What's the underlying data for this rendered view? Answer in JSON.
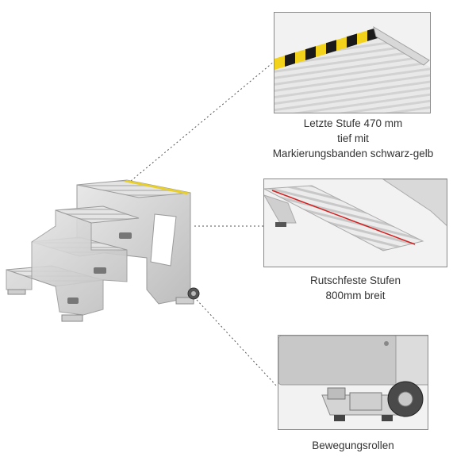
{
  "callouts": [
    {
      "id": "top-step",
      "lines": [
        "Letzte Stufe 470 mm",
        "tief mit",
        "Markierungsbanden schwarz-gelb"
      ]
    },
    {
      "id": "non-slip-steps",
      "lines": [
        "Rutschfeste Stufen",
        "800mm breit"
      ]
    },
    {
      "id": "castors",
      "lines": [
        "Bewegungsrollen"
      ]
    }
  ],
  "colors": {
    "panel_border": "#8a8a8a",
    "aluminium": "#c9c9c9",
    "aluminium_light": "#e6e6e6",
    "marking_yellow": "#f2d21b",
    "marking_black": "#1a1a1a",
    "measure_red": "#d22020",
    "leader_line": "#555555"
  },
  "icons": [
    "staircase-illustration",
    "step-detail-photo",
    "tread-detail-photo",
    "castor-detail-photo"
  ]
}
